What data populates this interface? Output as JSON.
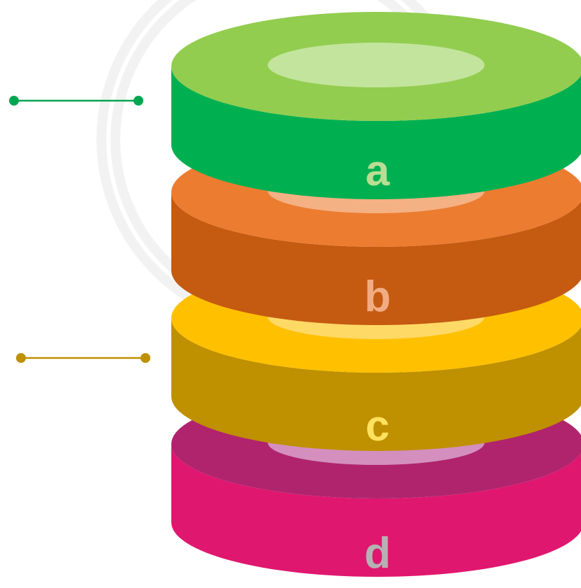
{
  "layers": [
    {
      "letter": "a",
      "top_color": "#92cd4f",
      "side_color": "#00b050",
      "hole_color": "#c3e49d",
      "letter_color": "#b9dd94"
    },
    {
      "letter": "b",
      "top_color": "#ec7c30",
      "side_color": "#c55a11",
      "hole_color": "#f4b183",
      "letter_color": "#f1ac84"
    },
    {
      "letter": "c",
      "top_color": "#ffc000",
      "side_color": "#bf9000",
      "hole_color": "#ffd966",
      "letter_color": "#ffe15e"
    },
    {
      "letter": "d",
      "top_color": "#b0246e",
      "side_color": "#e0176f",
      "hole_color": "#d48fbf",
      "letter_color": "#b3b3b3"
    }
  ],
  "connectors": [
    {
      "color": "#00a651"
    },
    {
      "color": "#bf9000"
    }
  ],
  "background_ring_color": "#f2f2f2"
}
